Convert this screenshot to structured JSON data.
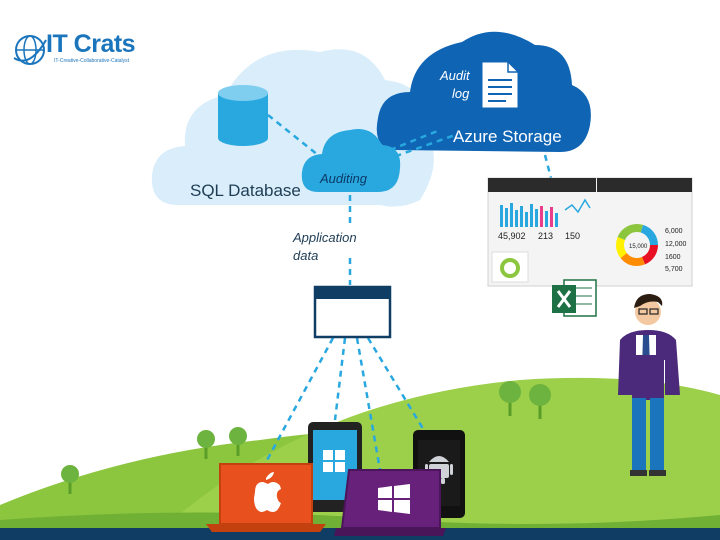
{
  "logo": {
    "title": "IT Crats",
    "tagline": "IT-Creative-Collaborative-Catalyst"
  },
  "labels": {
    "sql_database": "SQL Database",
    "auditing": "Auditing",
    "audit_log_line1": "Audit",
    "audit_log_line2": "log",
    "azure_storage": "Azure Storage",
    "application_data_line1": "Application",
    "application_data_line2": "data"
  },
  "dashboard": {
    "left_stats": [
      "45,902",
      "213",
      "150"
    ],
    "donut_center": "15,000",
    "right_values": [
      "6,000",
      "12,000",
      "1600",
      "5,700"
    ]
  },
  "colors": {
    "sky_blue": "#29a8e0",
    "dark_blue": "#0f64b4",
    "light_cloud": "#d9eefa",
    "green_hill": "#8cc63f",
    "dark_green_hill": "#5a9e2a",
    "orange": "#e8501d",
    "purple": "#68217a",
    "excel_green": "#1e7145"
  },
  "icons": [
    "database-icon",
    "document-icon",
    "window-icon",
    "apple-icon",
    "windows-icon",
    "android-icon",
    "excel-icon",
    "person-icon"
  ]
}
